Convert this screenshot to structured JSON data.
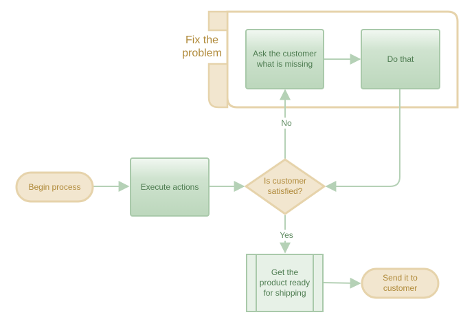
{
  "group": {
    "label": "Fix the\nproblem"
  },
  "nodes": {
    "begin": "Begin process",
    "execute": "Execute actions",
    "decision": "Is customer\nsatisfied?",
    "ask": "Ask the customer\nwhat is missing",
    "do_that": "Do that",
    "get_ready": "Get the\nproduct ready\nfor shipping",
    "send": "Send it to\ncustomer"
  },
  "edges": {
    "no": "No",
    "yes": "Yes"
  },
  "colors": {
    "green_fill": "#c3dcc3",
    "green_stroke": "#a9c9aa",
    "green_text": "#4f7d52",
    "tan_fill": "#f2e6cf",
    "tan_stroke": "#e6d3ab",
    "gold_text": "#b08a3a",
    "arrow": "#b5d1b6"
  }
}
